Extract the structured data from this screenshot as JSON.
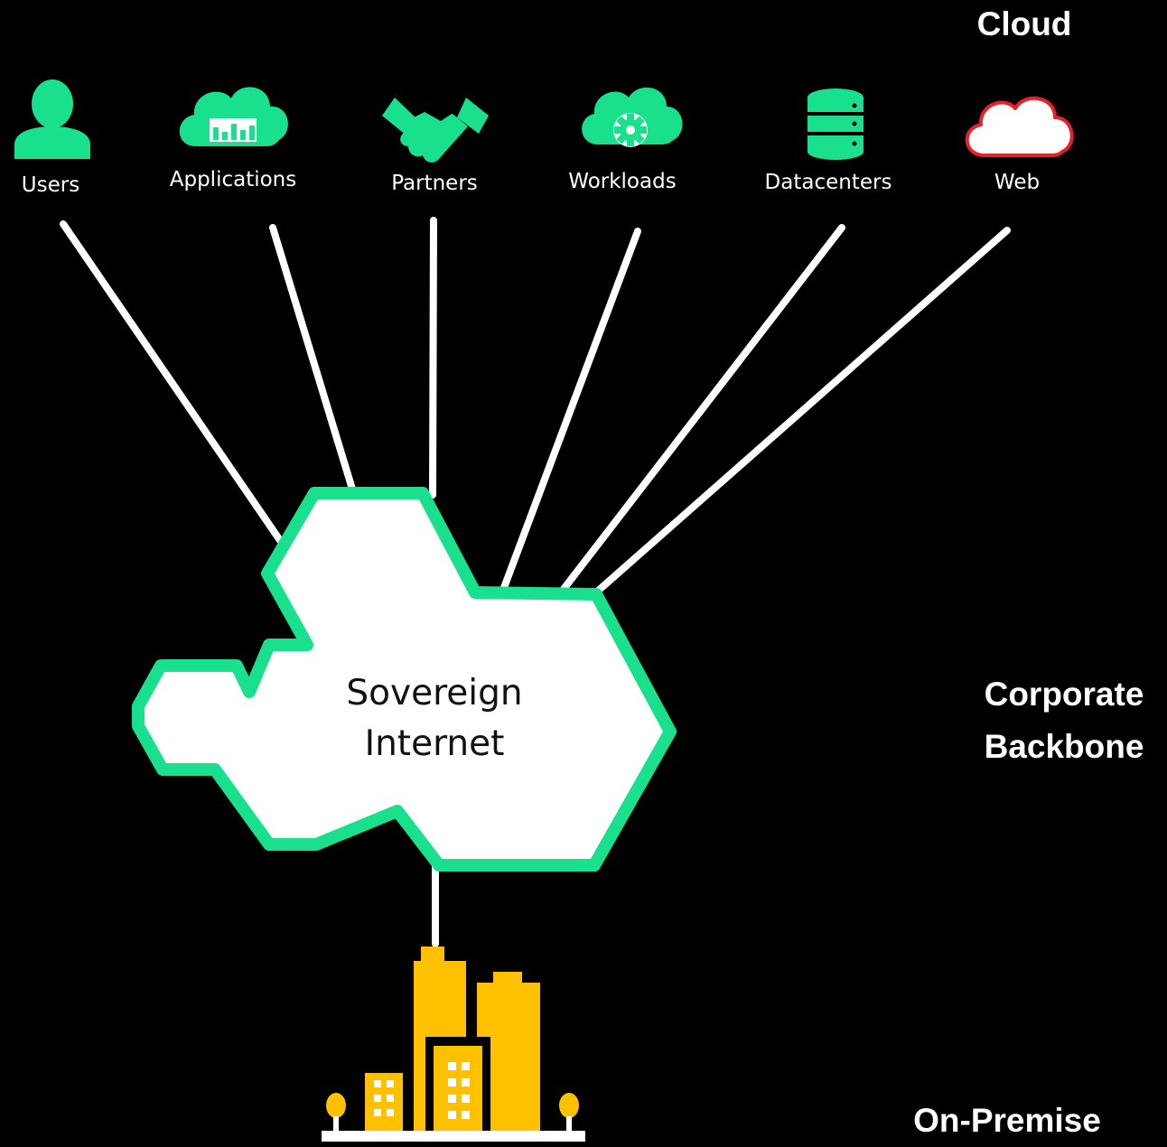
{
  "zones": {
    "cloud": "Cloud",
    "backbone_line1": "Corporate",
    "backbone_line2": "Backbone",
    "onprem": "On-Premise"
  },
  "hub": {
    "line1": "Sovereign",
    "line2": "Internet"
  },
  "nodes": [
    {
      "label": "Users",
      "icon": "user-icon"
    },
    {
      "label": "Applications",
      "icon": "cloud-chart-icon"
    },
    {
      "label": "Partners",
      "icon": "handshake-icon"
    },
    {
      "label": "Workloads",
      "icon": "cloud-gear-icon"
    },
    {
      "label": "Datacenters",
      "icon": "database-icon"
    },
    {
      "label": "Web",
      "icon": "cloud-icon"
    }
  ],
  "building": {
    "icon": "city-buildings-icon"
  },
  "colors": {
    "background": "#000000",
    "accent_green": "#19e08d",
    "web_red": "#e8202e",
    "building_yellow": "#ffc000",
    "connector": "#ffffff",
    "hub_fill": "#ffffff"
  }
}
